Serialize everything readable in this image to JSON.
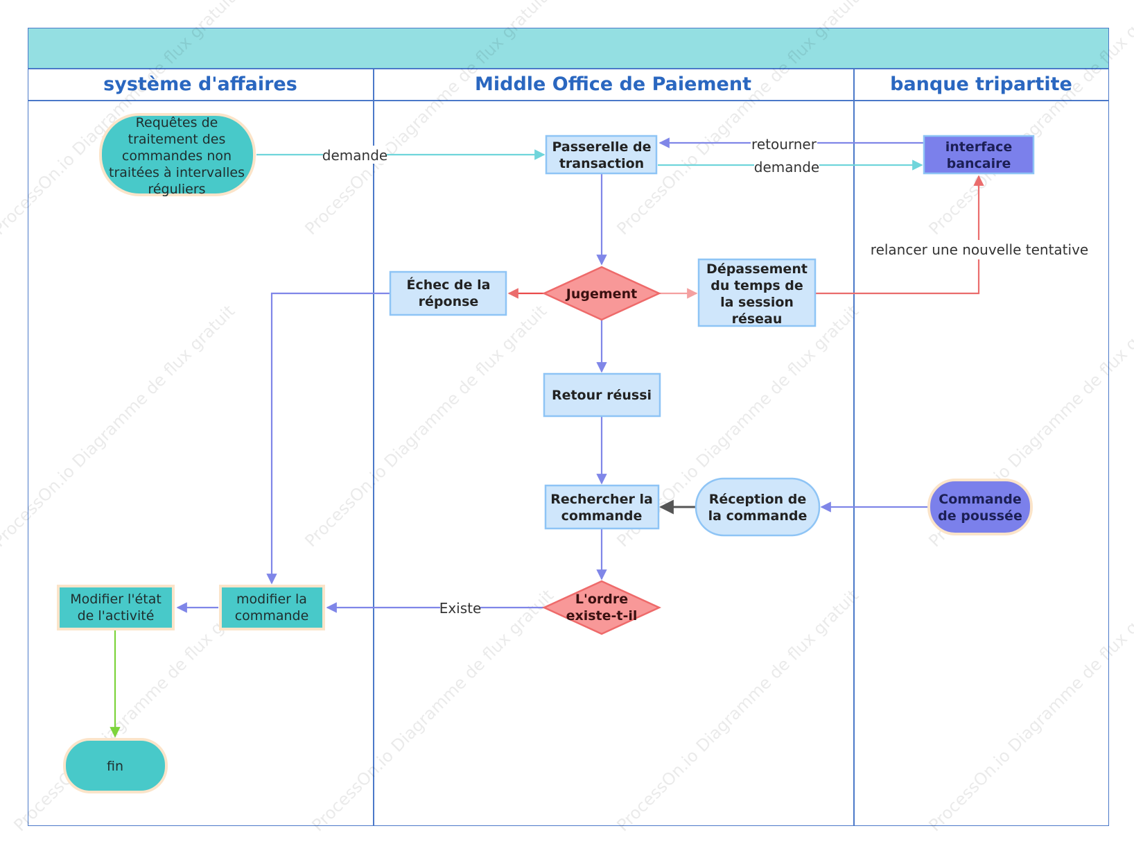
{
  "lanes": [
    {
      "title": "système d'affaires"
    },
    {
      "title": "Middle Office de Paiement"
    },
    {
      "title": "banque tripartite"
    }
  ],
  "nodes": {
    "requetes": {
      "lines": [
        "Requêtes de",
        "traitement des",
        "commandes non",
        "traitées à intervalles",
        "réguliers"
      ]
    },
    "passerelle": {
      "lines": [
        "Passerelle de",
        "transaction"
      ]
    },
    "interface": {
      "lines": [
        "interface",
        "bancaire"
      ]
    },
    "echec": {
      "lines": [
        "Échec de la",
        "réponse"
      ]
    },
    "jugement": {
      "lines": [
        "Jugement"
      ]
    },
    "depassement": {
      "lines": [
        "Dépassement",
        "du temps de",
        "la session",
        "réseau"
      ]
    },
    "retour": {
      "lines": [
        "Retour réussi"
      ]
    },
    "rechercher": {
      "lines": [
        "Rechercher la",
        "commande"
      ]
    },
    "reception": {
      "lines": [
        "Réception de",
        "la commande"
      ]
    },
    "commande_poussee": {
      "lines": [
        "Commande",
        "de poussée"
      ]
    },
    "ordre_existe": {
      "lines": [
        "L'ordre",
        "existe-t-il"
      ]
    },
    "modifier_commande": {
      "lines": [
        "modifier la",
        "commande"
      ]
    },
    "modifier_etat": {
      "lines": [
        "Modifier l'état",
        "de l'activité"
      ]
    },
    "fin": {
      "lines": [
        "fin"
      ]
    }
  },
  "edge_labels": {
    "demande_1": "demande",
    "retourner": "retourner",
    "demande_2": "demande",
    "relancer": "relancer une nouvelle tentative",
    "existe": "Existe"
  },
  "watermark": "ProcessOn.io Diagramme de flux gratuit",
  "colors": {
    "lane_border": "#4a78c8",
    "header_fill": "#94dfe2",
    "lane_title": "#2a67c0",
    "teal_fill": "#48c9c9",
    "cream_border": "#fbe4c9",
    "light_blue_fill": "#cfe6fb",
    "light_blue_border": "#8ec4f5",
    "purple_fill": "#7b80eb",
    "red_fill": "#f89898",
    "red_border": "#ee6a6a",
    "blue_arrow": "#7f86e8",
    "cyan_arrow": "#6fd5db",
    "red_arrow": "#ea6c6c",
    "green_arrow": "#7cd43b",
    "dark_arrow": "#555555"
  }
}
